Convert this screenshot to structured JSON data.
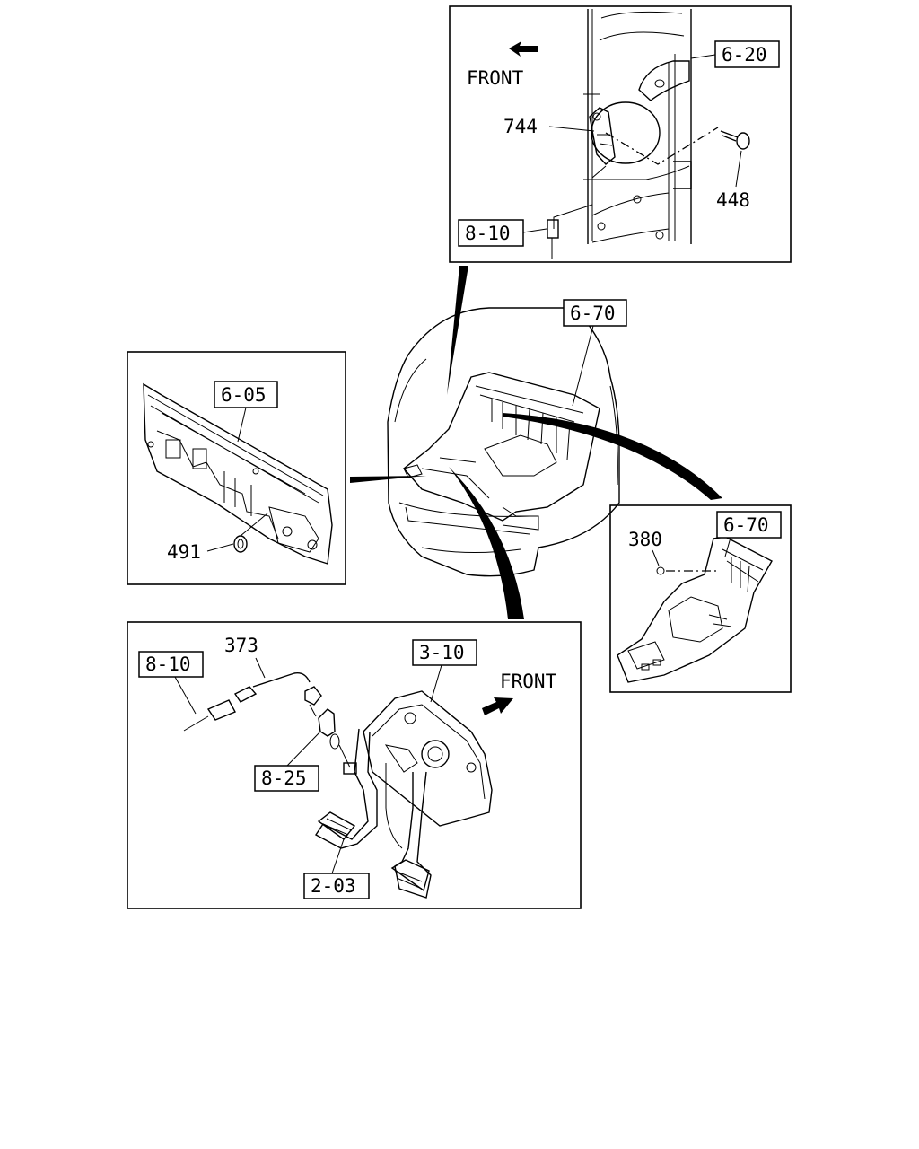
{
  "top_inset": {
    "front": "FRONT",
    "ref_6_20": "6-20",
    "part_744": "744",
    "part_448": "448",
    "ref_8_10": "8-10"
  },
  "center": {
    "ref_6_70": "6-70"
  },
  "left_inset": {
    "ref_6_05": "6-05",
    "part_491": "491"
  },
  "right_inset": {
    "part_380": "380",
    "ref_6_70": "6-70"
  },
  "bottom_inset": {
    "part_373": "373",
    "ref_8_10": "8-10",
    "ref_3_10": "3-10",
    "front": "FRONT",
    "ref_8_25": "8-25",
    "ref_2_03": "2-03"
  }
}
